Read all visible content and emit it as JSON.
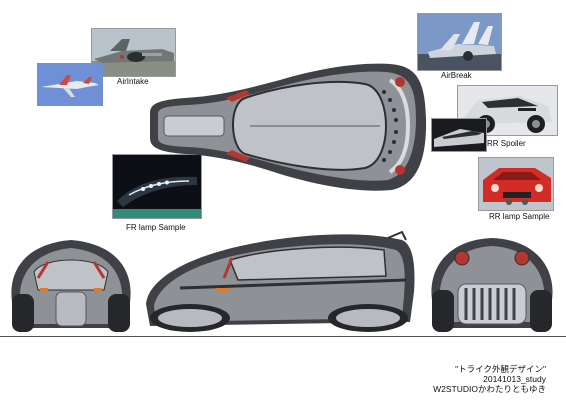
{
  "captions": {
    "air_intake": "AirIntake",
    "air_break": "AirBreak",
    "rr_spoiler": "RR Spoiler",
    "rr_lamp_sample": "RR lamp Sample",
    "fr_lamp_sample": "FR lamp Sample"
  },
  "credits": {
    "title": "\"トライク外観デザイン\"",
    "date": "20141013_study",
    "author": "W2STUDIOかわたりともゆき"
  },
  "colors": {
    "body_gray": "#8e9196",
    "dark_gray": "#3f4146",
    "accent_red": "#b3372f",
    "accent_orange": "#e07a2a",
    "sky_blue": "#6f8fd6"
  }
}
